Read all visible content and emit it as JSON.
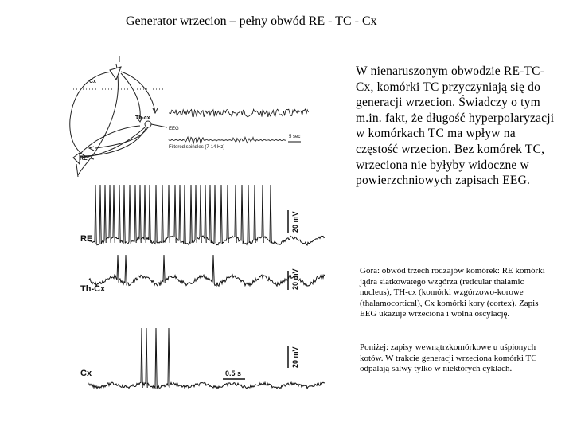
{
  "slide": {
    "title": "Generator wrzecion – pełny obwód RE - TC - Cx",
    "main_text": "W nienaruszonym obwodzie RE-TC-Cx, komórki TC przyczyniają się do generacji wrzecion. Świadczy o tym m.in. fakt, że długość hyperpolaryzacji w komórkach TC ma wpływ na częstość wrzecion. Bez komórek TC, wrzeciona nie byłyby widoczne w powierzchniowych zapisach EEG.",
    "caption_top": "Góra: obwód trzech rodzajów komórek: RE komórki jądra siatkowatego wzgórza (reticular thalamic nucleus), TH-cx (komórki wzgórzowo-korowe (thalamocortical), Cx komórki kory (cortex). Zapis EEG ukazuje wrzeciona i wolna oscylację.",
    "caption_bottom": "Poniżej: zapisy wewnątrzkomórkowe u uśpionych kotów. W trakcie generacji wrzeciona komórki TC odpalają salwy tylko w niektórych cyklach."
  },
  "figure": {
    "circuit": {
      "labels": {
        "cx": "Cx",
        "thcx": "Th-cx",
        "re": "RE"
      },
      "eeg_label": "EEG",
      "filtered_label": "Filtered spindles (7-14 Hz)",
      "scale_label": "5 sec"
    },
    "traces": {
      "re": {
        "label": "RE",
        "scale": "20 mV"
      },
      "thcx": {
        "label": "Th-Cx",
        "scale": "20 mV"
      },
      "cx": {
        "label": "Cx",
        "scale": "20 mV",
        "time_scale": "0.5 s"
      }
    }
  }
}
